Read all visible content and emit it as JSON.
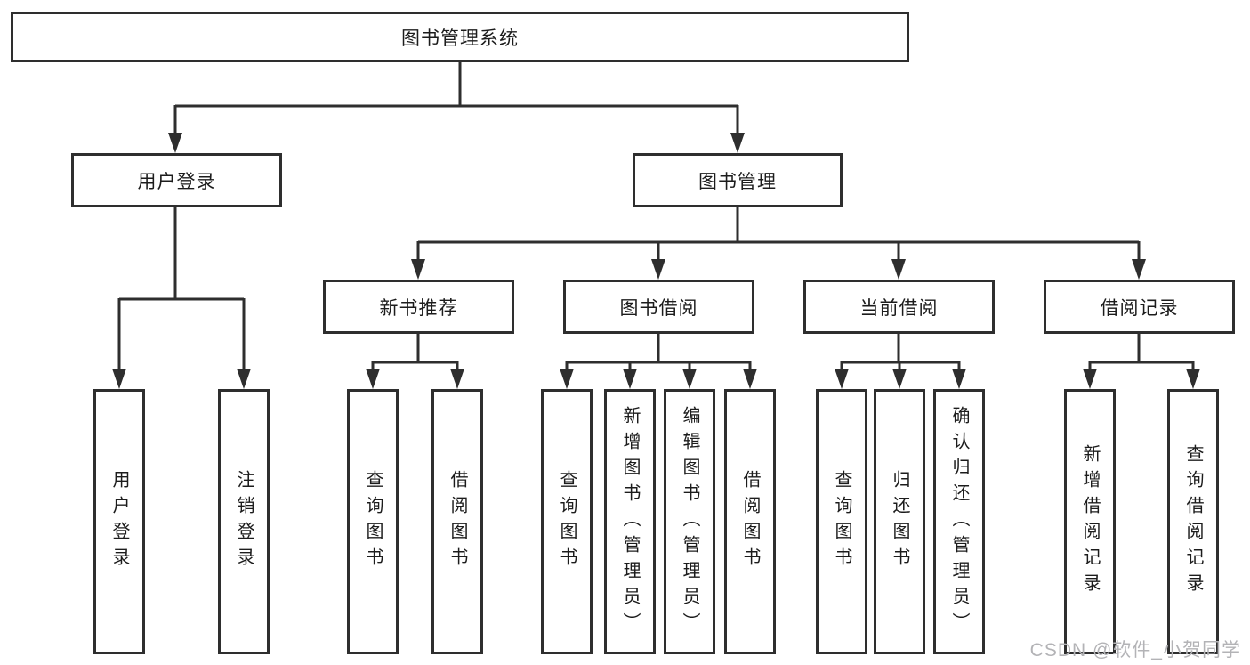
{
  "diagram_title": "图书管理系统",
  "tree": {
    "root": {
      "label": "图书管理系统",
      "children": [
        {
          "label": "用户登录",
          "children": [
            {
              "label": "用户登录"
            },
            {
              "label": "注销登录"
            }
          ]
        },
        {
          "label": "图书管理",
          "children": [
            {
              "label": "新书推荐",
              "children": [
                {
                  "label": "查询图书"
                },
                {
                  "label": "借阅图书"
                }
              ]
            },
            {
              "label": "图书借阅",
              "children": [
                {
                  "label": "查询图书"
                },
                {
                  "label": "新增图书（管理员）"
                },
                {
                  "label": "编辑图书（管理员）"
                },
                {
                  "label": "借阅图书"
                }
              ]
            },
            {
              "label": "当前借阅",
              "children": [
                {
                  "label": "查询图书"
                },
                {
                  "label": "归还图书"
                },
                {
                  "label": "确认归还（管理员）"
                }
              ]
            },
            {
              "label": "借阅记录",
              "children": [
                {
                  "label": "新增借阅记录"
                },
                {
                  "label": "查询借阅记录"
                }
              ]
            }
          ]
        }
      ]
    }
  },
  "watermark": {
    "text": "CSDN @软件_小贺同学"
  },
  "colors": {
    "background": "#ffffff",
    "line": "#2e2e2e",
    "box_border": "#2e2e2e",
    "box_fill": "#ffffff",
    "text": "#1c1c1c",
    "watermark": "#b3b3b6"
  }
}
